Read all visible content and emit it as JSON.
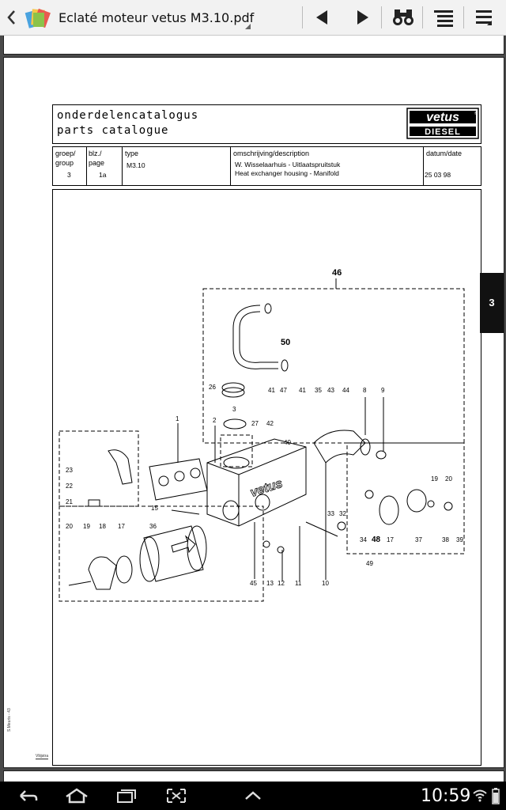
{
  "app": {
    "title": "Eclaté moteur vetus M3.10.pdf",
    "toolbar": [
      "previous-page",
      "next-page",
      "find",
      "bookmarks",
      "menu"
    ]
  },
  "document": {
    "header": {
      "line1": "onderdelencatalogus",
      "line2": "parts catalogue",
      "logo_top": "vetus",
      "logo_bottom": "DIESEL",
      "logo_mark": "®"
    },
    "info": {
      "groep_label": "groep/\ngroup",
      "groep_value": "3",
      "page_label": "blz./\npage",
      "page_value": "1a",
      "type_label": "type",
      "type_value": "M3.10",
      "desc_label": "omschrijving/description",
      "desc_nl": "W. Wisselaarhuis - Uitlaatspruitstuk",
      "desc_en": "Heat exchanger housing - Manifold",
      "date_label": "datum/date",
      "date_value": "25 03 98"
    },
    "side_tab": "3",
    "footnote": "S.Meuris - 43",
    "stamp": "Vliijstra",
    "callouts": [
      "46",
      "50",
      "26",
      "3",
      "41",
      "47",
      "41",
      "35",
      "43",
      "44",
      "8",
      "9",
      "1",
      "2",
      "27",
      "42",
      "40",
      "23",
      "22",
      "21",
      "15",
      "36",
      "20",
      "19",
      "18",
      "17",
      "45",
      "13",
      "12",
      "11",
      "10",
      "33",
      "32",
      "34",
      "48",
      "17",
      "49",
      "37",
      "38",
      "39",
      "19",
      "20"
    ]
  },
  "status": {
    "time": "10:59"
  },
  "colors": {
    "appbar": "#f2f2f2",
    "viewer_bg": "#4a4a4a",
    "navbar": "#000000"
  }
}
